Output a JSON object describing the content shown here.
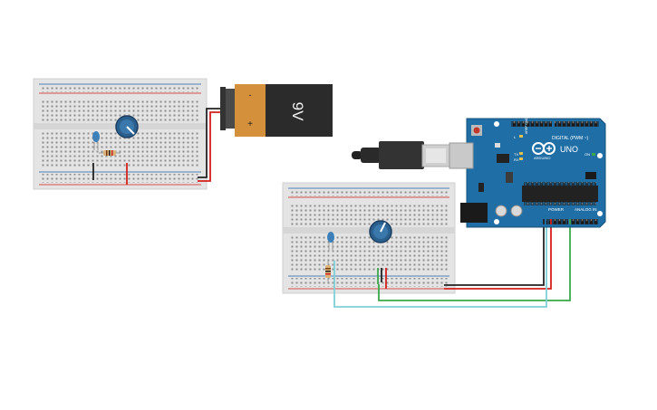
{
  "circuit": {
    "battery": {
      "label": "9V",
      "plus": "+",
      "minus": "-"
    },
    "arduino": {
      "name": "UNO",
      "brand": "ARDUINO",
      "digital_header": "DIGITAL (PWM ~)",
      "power_header": "POWER",
      "analog_header": "ANALOG IN",
      "tx": "TX",
      "rx": "RX",
      "l": "L",
      "on": "ON"
    }
  },
  "colors": {
    "board_blue": "#1f6fa6",
    "breadboard": "#e6e6e6",
    "battery_black": "#2b2b2b",
    "battery_copper": "#d4903a",
    "wire_red": "#d3201c",
    "wire_black": "#222222",
    "wire_green": "#3aa84a",
    "wire_cyan": "#7fd0d8",
    "led_blue": "#3d7fb8",
    "pot_blue": "#2b5f8e"
  }
}
